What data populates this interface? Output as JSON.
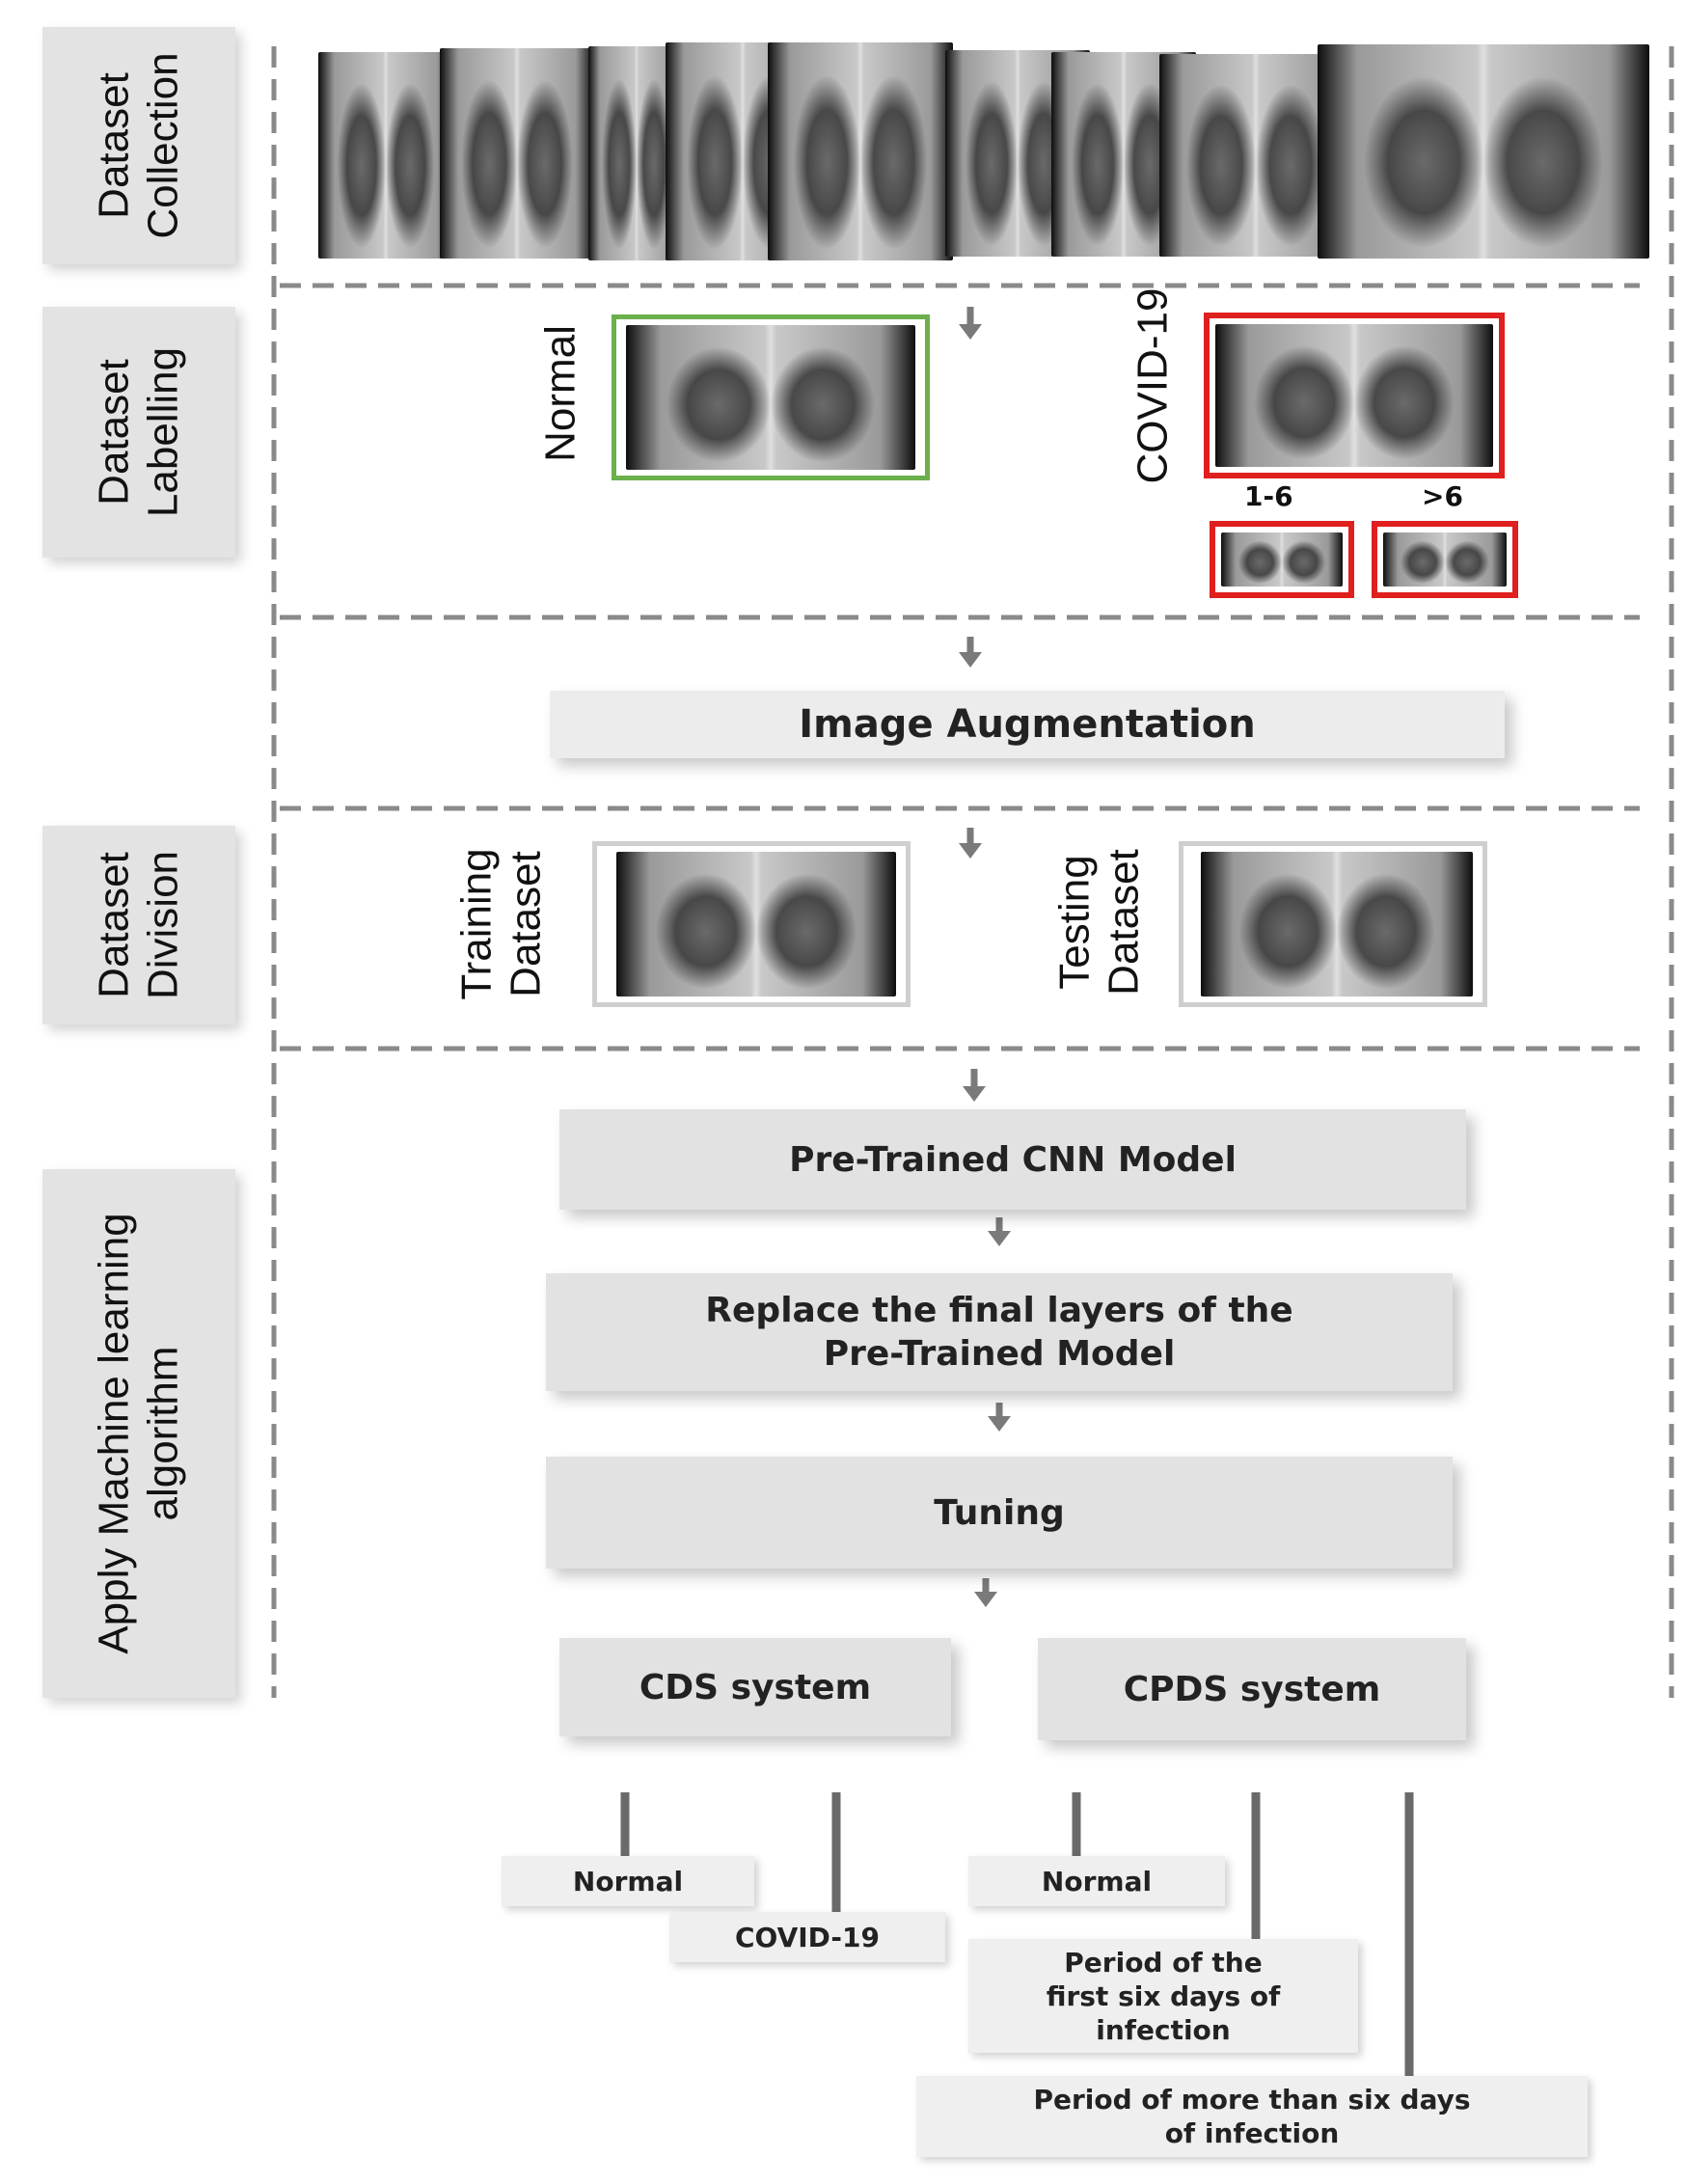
{
  "stages": {
    "collection": "Dataset\nCollection",
    "labelling": "Dataset\nLabelling",
    "division": "Dataset\nDivision",
    "ml": "Apply Machine learning\nalgorithm"
  },
  "labelling": {
    "normal": "Normal",
    "covid": "COVID-19",
    "range_a": "1-6",
    "range_b": ">6"
  },
  "augmentation": "Image Augmentation",
  "division": {
    "training": "Training\nDataset",
    "testing": "Testing\nDataset"
  },
  "steps": {
    "pretrained": "Pre-Trained CNN Model",
    "replace": "Replace the final layers of the\nPre-Trained Model",
    "tuning": "Tuning"
  },
  "systems": {
    "cds": "CDS system",
    "cpds": "CPDS system"
  },
  "outputs": {
    "cds_normal": "Normal",
    "cds_covid": "COVID-19",
    "cpds_normal": "Normal",
    "cpds_first": "Period of the\nfirst six days of\ninfection",
    "cpds_more": "Period of more than six days\nof infection"
  },
  "colors": {
    "normal_border": "#6ab04c",
    "covid_border": "#e01f1f",
    "dash": "#888888",
    "box": "#e2e2e2"
  }
}
